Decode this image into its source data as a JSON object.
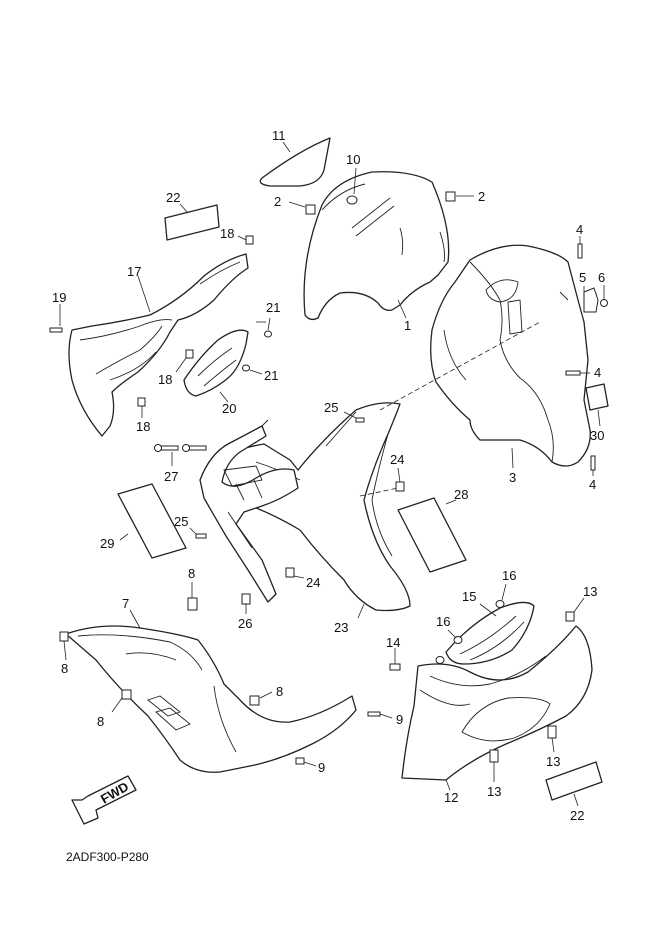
{
  "diagram": {
    "code": "2ADF300-P280",
    "fwd_label": "FWD",
    "callouts": [
      "1",
      "2",
      "2",
      "3",
      "4",
      "4",
      "4",
      "5",
      "6",
      "7",
      "8",
      "8",
      "8",
      "8",
      "9",
      "9",
      "10",
      "11",
      "12",
      "13",
      "13",
      "13",
      "14",
      "15",
      "16",
      "16",
      "17",
      "18",
      "18",
      "18",
      "19",
      "20",
      "21",
      "21",
      "22",
      "22",
      "23",
      "24",
      "24",
      "25",
      "25",
      "26",
      "27",
      "28",
      "29",
      "30"
    ]
  }
}
